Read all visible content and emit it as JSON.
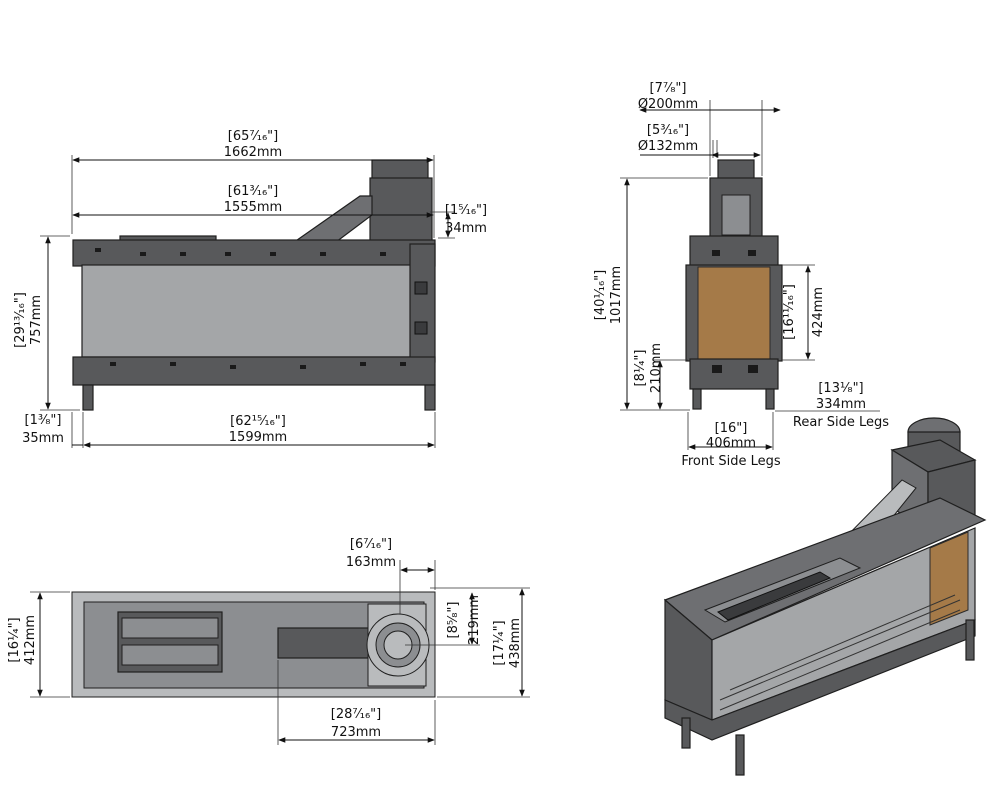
{
  "front_view": {
    "overall_width_in": "[65⁷⁄₁₆\"]",
    "overall_width_mm": "1662mm",
    "body_width_in": "[61³⁄₁₆\"]",
    "body_width_mm": "1555mm",
    "flue_offset_in": "[1⁵⁄₁₆\"]",
    "flue_offset_mm": "34mm",
    "height_in": "[29¹³⁄₁₆\"]",
    "height_mm": "757mm",
    "leg_offset_in": "[1³⁄₈\"]",
    "leg_offset_mm": "35mm",
    "leg_span_in": "[62¹⁵⁄₁₆\"]",
    "leg_span_mm": "1599mm"
  },
  "side_view": {
    "flue_outer_in": "[7⁷⁄₈\"]",
    "flue_outer_mm": "Ø200mm",
    "flue_inner_in": "[5³⁄₁₆\"]",
    "flue_inner_mm": "Ø132mm",
    "total_height_in": "[40¹⁄₁₆\"]",
    "total_height_mm": "1017mm",
    "glass_height_in": "[16¹¹⁄₁₆\"]",
    "glass_height_mm": "424mm",
    "base_height_in": "[8¹⁄₄\"]",
    "base_height_mm": "210mm",
    "rear_legs_in": "[13¹⁄₈\"]",
    "rear_legs_mm": "334mm",
    "rear_legs_label": "Rear Side Legs",
    "front_legs_in": "[16\"]",
    "front_legs_mm": "406mm",
    "front_legs_label": "Front Side Legs"
  },
  "top_view": {
    "flue_offset_in": "[6⁷⁄₁₆\"]",
    "flue_offset_mm": "163mm",
    "depth_in": "[16¹⁄₄\"]",
    "depth_mm": "412mm",
    "flue_depth_in": "[8⁵⁄₈\"]",
    "flue_depth_mm": "219mm",
    "overall_depth_in": "[17¹⁄₄\"]",
    "overall_depth_mm": "438mm",
    "rear_offset_in": "[28⁷⁄₁₆\"]",
    "rear_offset_mm": "723mm"
  },
  "colors": {
    "metal": "#58595b",
    "glass": "#a4a6a8",
    "brick": "#a57a48"
  }
}
